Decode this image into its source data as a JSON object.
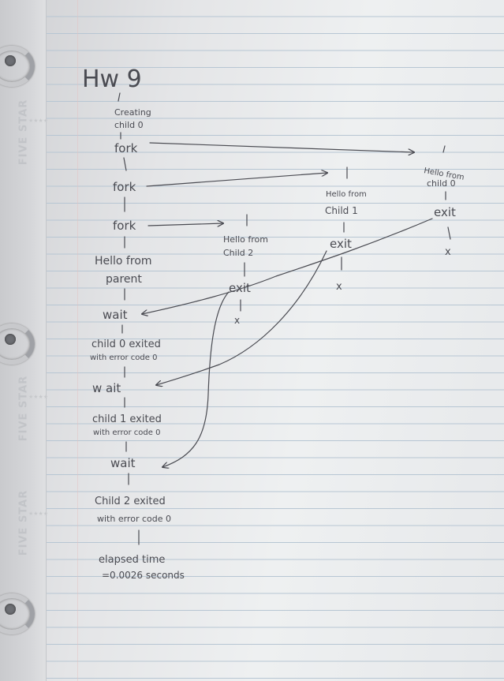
{
  "brand": {
    "text": "FIVE STAR",
    "stars": "★★★★"
  },
  "title": "Hw 9",
  "parent_chain": {
    "creating": "Creating",
    "child0": "child 0",
    "fork": "fork",
    "hello1": "Hello from",
    "hello2": "parent",
    "wait": "wait",
    "child0_exited": "child 0 exited",
    "error_code0": "with error code 0",
    "wait2": "w ait",
    "child1_exited": "child 1 exited",
    "child2_exited": "Child 2 exited",
    "elapsed1": "elapsed time",
    "elapsed2": "=0.0026 seconds"
  },
  "children": {
    "hello_from": "Hello from",
    "child0": "child 0",
    "child1": "Child 1",
    "child2": "Child 2",
    "exit": "exit",
    "x": "x"
  }
}
